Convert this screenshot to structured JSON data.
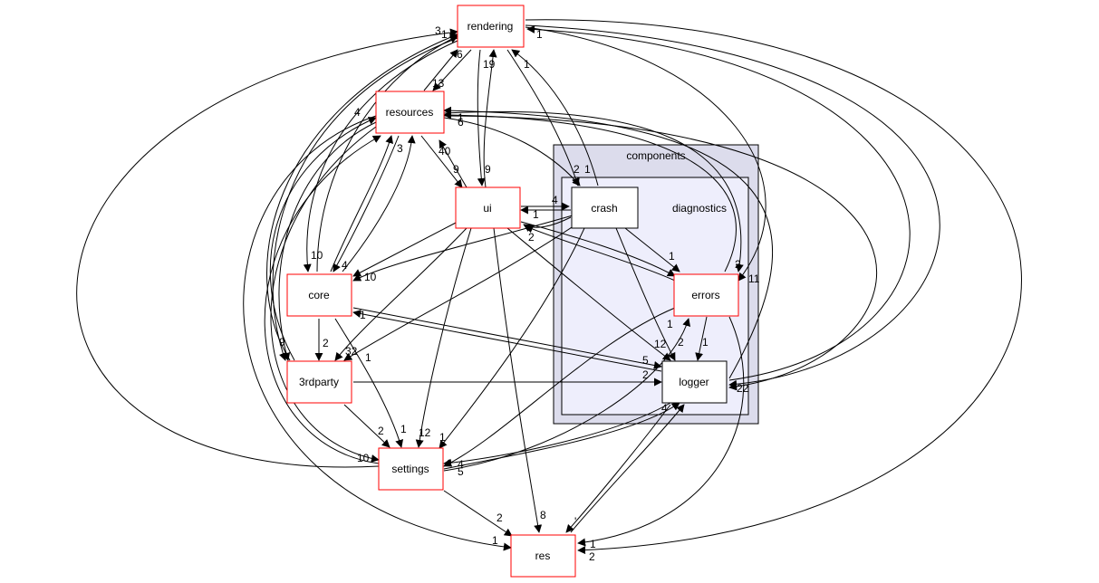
{
  "clusters": {
    "components": "components",
    "diagnostics": "diagnostics"
  },
  "nodes": {
    "rendering": "rendering",
    "resources": "resources",
    "ui": "ui",
    "crash": "crash",
    "core": "core",
    "errors": "errors",
    "thirdparty": "3rdparty",
    "logger": "logger",
    "settings": "settings",
    "res": "res"
  },
  "edge_labels": {
    "rendering_top_left_1": "3",
    "rendering_top_left_2": "1",
    "rendering_right_1": "1",
    "rendering_below_1": "6",
    "rendering_below_19": "19",
    "rendering_below_crash": "1",
    "resources_13": "13",
    "resources_4": "4",
    "resources_right_1": "1",
    "resources_right_2": "6",
    "resources_40": "40",
    "resources_3": "3",
    "ui_9a": "9",
    "ui_9b": "9",
    "crash_2": "2",
    "crash_1": "1",
    "crash_4": "4",
    "ui_crash_1": "1",
    "ui_2": "2",
    "errors_1a": "1",
    "errors_2": "2",
    "errors_11": "11",
    "core_10a": "10",
    "core_4": "4",
    "core_10b": "10",
    "core_1": "1",
    "core_2": "2",
    "thirdparty_9": "9",
    "thirdparty_32": "32",
    "thirdparty_1": "1",
    "logger_1": "1",
    "logger_12": "12",
    "logger_2a": "2",
    "logger_1b": "1",
    "logger_5": "5",
    "logger_2b": "2",
    "logger_22": "22",
    "logger_4": "4",
    "settings_10": "10",
    "settings_2": "2",
    "settings_1": "1",
    "settings_12": "12",
    "settings_1b": "1",
    "settings_4": "4",
    "settings_5": "5",
    "res_2": "2",
    "res_8": "8",
    "res_1a": "1",
    "res_1b": "1",
    "res_2b": "2",
    "res_dot": "'"
  },
  "colors": {
    "outer_cluster_fill": "#dcdcec",
    "inner_cluster_fill": "#eeeefc",
    "cluster_stroke": "#000000",
    "node_red_stroke": "#ff0000",
    "node_black_stroke": "#000000",
    "edge": "#000000"
  }
}
